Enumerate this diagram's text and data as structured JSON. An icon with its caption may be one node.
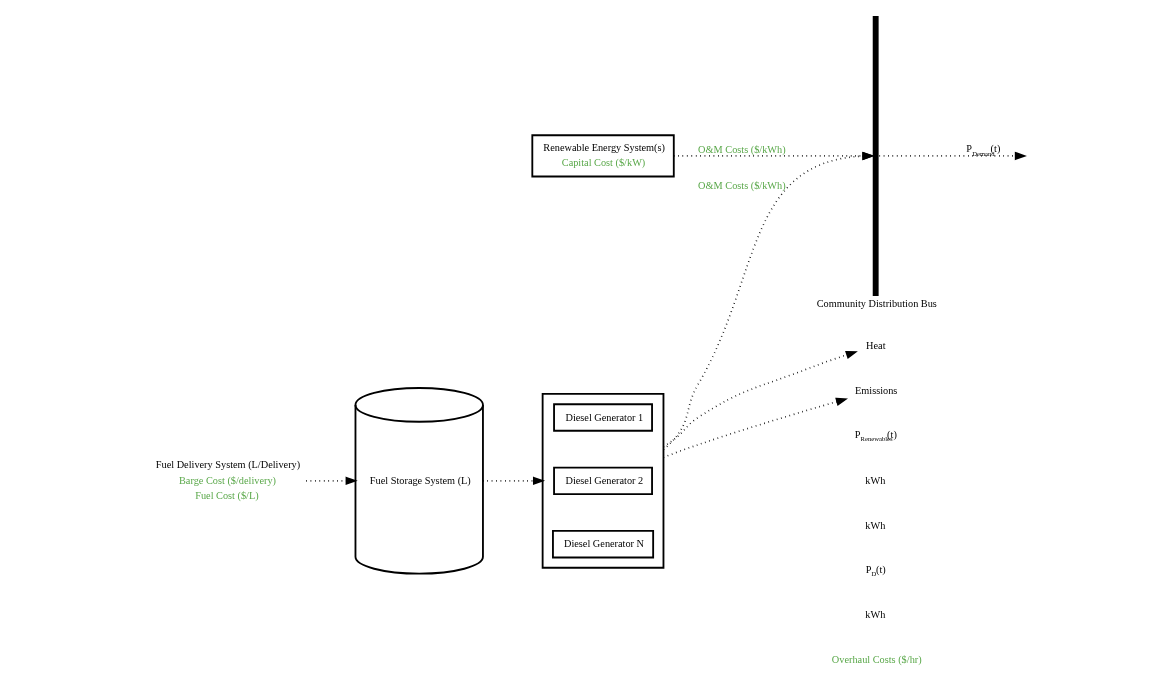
{
  "diagram": {
    "nodes": [
      {
        "text": [
          "Renewable Energy System(s)",
          "Capital Cost ($/kW)"
        ]
      },
      {
        "text": [
          "Fuel Delivery System (L/Delivery)"
        ],
        "beside": [
          "Barge Cost ($/delivery)",
          "Fuel Cost ($/L)"
        ]
      },
      {
        "text": [
          "Fuel Storage System (L)"
        ]
      },
      {
        "text": [],
        "shape": "box"
      },
      {
        "text": [
          "Diesel Generator 1"
        ],
        "in": 3
      },
      {
        "text": [
          "Diesel Generator 2"
        ],
        "in": 3
      },
      {
        "text": [
          "Diesel Generator N"
        ],
        "in": 3
      },
      {
        "text": [
          "Community Distribution Bus"
        ]
      },
      {
        "text": [
          "Heat"
        ]
      },
      {
        "text": [
          "Emissions"
        ]
      }
    ],
    "edges": [
      {
        "from": 0,
        "to": 7,
        "arrow": "to",
        "label": "O&M Costs ($/kWh)"
      },
      {
        "from": 1,
        "to": 2,
        "arrow": "to"
      },
      {
        "from": 2,
        "to": 3,
        "arrow": "to"
      },
      {
        "from": 3,
        "to": 7,
        "arrow": "to",
        "label": "O&M Costs ($/kWh)"
      },
      {
        "from": 7,
        "to": null,
        "arrow": "to",
        "label": "P$_{Demand}$(t)"
      },
      {
        "from": 3,
        "to": 8,
        "arrow": "to"
      },
      {
        "from": 3,
        "to": 9,
        "arrow": "to"
      }
    ],
    "labels": [
      "P$_{Renewables}$(t)",
      "kWh",
      "kWh",
      "P$_{D}$(t)",
      "kWh",
      "Overhaul Costs ($/hr)"
    ]
  }
}
